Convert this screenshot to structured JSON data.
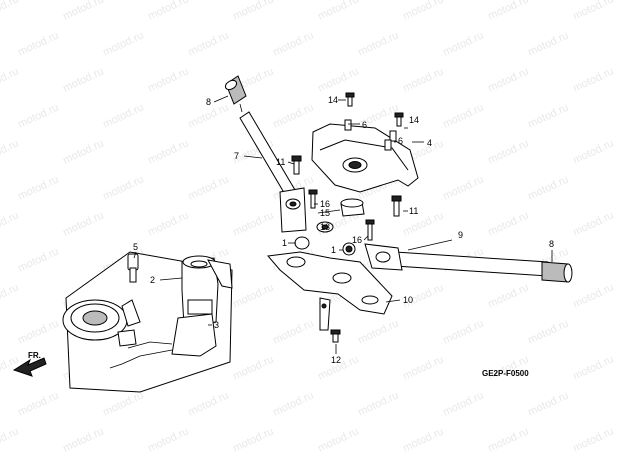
{
  "watermark": "motod.ru",
  "direction_label": "FR.",
  "diagram_code": "GE2P-F0500",
  "callouts": {
    "p1a": "1",
    "p1b": "1",
    "p2": "2",
    "p3": "3",
    "p4": "4",
    "p5": "5",
    "p6a": "6",
    "p6b": "6",
    "p7": "7",
    "p8a": "8",
    "p8b": "8",
    "p9": "9",
    "p10": "10",
    "p11a": "11",
    "p11b": "11",
    "p12": "12",
    "p13": "13",
    "p14a": "14",
    "p14b": "14",
    "p15": "15",
    "p16a": "16",
    "p16b": "16"
  }
}
